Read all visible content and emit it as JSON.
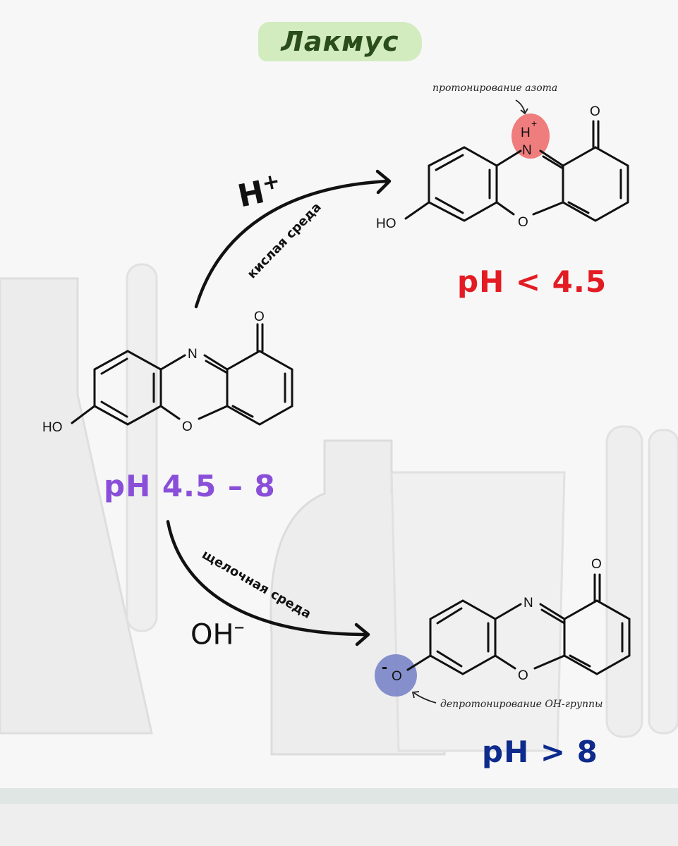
{
  "title": "Лакмус",
  "reactions": {
    "acid": {
      "reagent_main": "H",
      "reagent_charge": "+",
      "label": "кислая среда"
    },
    "base": {
      "reagent_main": "OH",
      "reagent_charge": "–",
      "label": "щелочная среда"
    }
  },
  "molecules": {
    "top": {
      "atoms": {
        "O_keto": "O",
        "N": "N",
        "H": "H",
        "N_charge": "+",
        "HO": "HO",
        "O_ring": "O"
      },
      "ph": "pH < 4.5",
      "ph_color": "#e31b23",
      "highlight_color": "#ee6f6f"
    },
    "middle": {
      "atoms": {
        "O_keto": "O",
        "N": "N",
        "HO": "HO",
        "O_ring": "O"
      },
      "ph": "pH 4.5 – 8",
      "ph_color": "#8a4fd9"
    },
    "bottom": {
      "atoms": {
        "O_keto": "O",
        "N": "N",
        "O_minus": "O",
        "minus": "-",
        "O_ring": "O"
      },
      "ph": "pH > 8",
      "ph_color": "#0d2a8c",
      "highlight_color": "#7884c6"
    }
  },
  "notes": {
    "top": "протонирование азота",
    "bottom": "депротонирование OH-группы"
  }
}
